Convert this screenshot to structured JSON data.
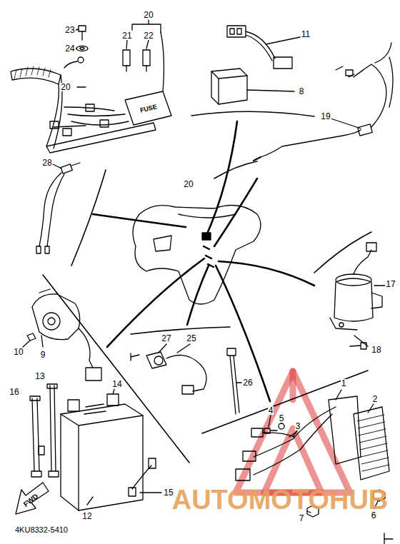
{
  "diagram": {
    "labels": [
      "23",
      "20",
      "21",
      "22",
      "24",
      "20",
      "11",
      "8",
      "19",
      "28",
      "20",
      "17",
      "18",
      "10",
      "9",
      "13",
      "16",
      "14",
      "27",
      "25",
      "26",
      "1",
      "2",
      "4",
      "5",
      "3",
      "12",
      "15",
      "7",
      "6",
      "FWD",
      "4KU8332-5410",
      "FUSE",
      "AUTOMOTOHUB"
    ]
  }
}
